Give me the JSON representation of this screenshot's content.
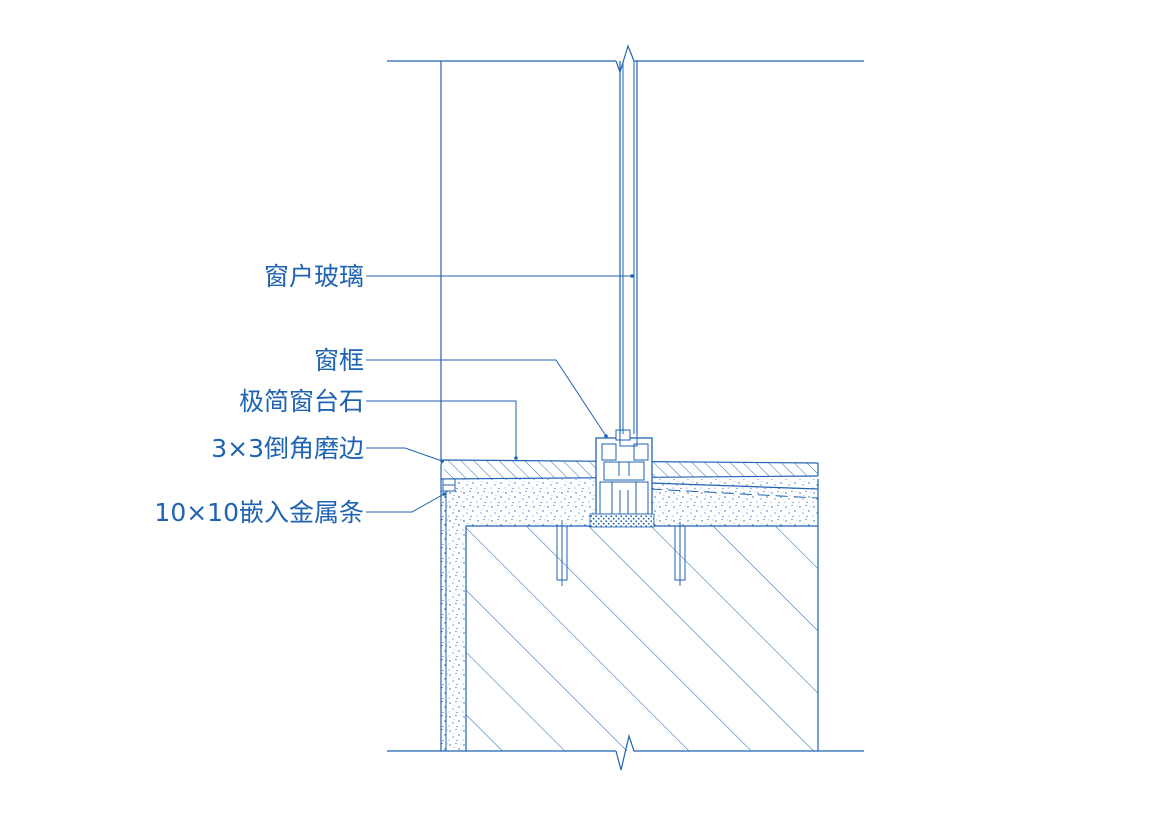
{
  "colors": {
    "line": "#1f63b3",
    "background": "#ffffff"
  },
  "labels": {
    "glass": "窗户玻璃",
    "frame": "窗框",
    "sill_stone": "极简窗台石",
    "chamfer": "3×3倒角磨边",
    "metal_strip": "10×10嵌入金属条"
  }
}
